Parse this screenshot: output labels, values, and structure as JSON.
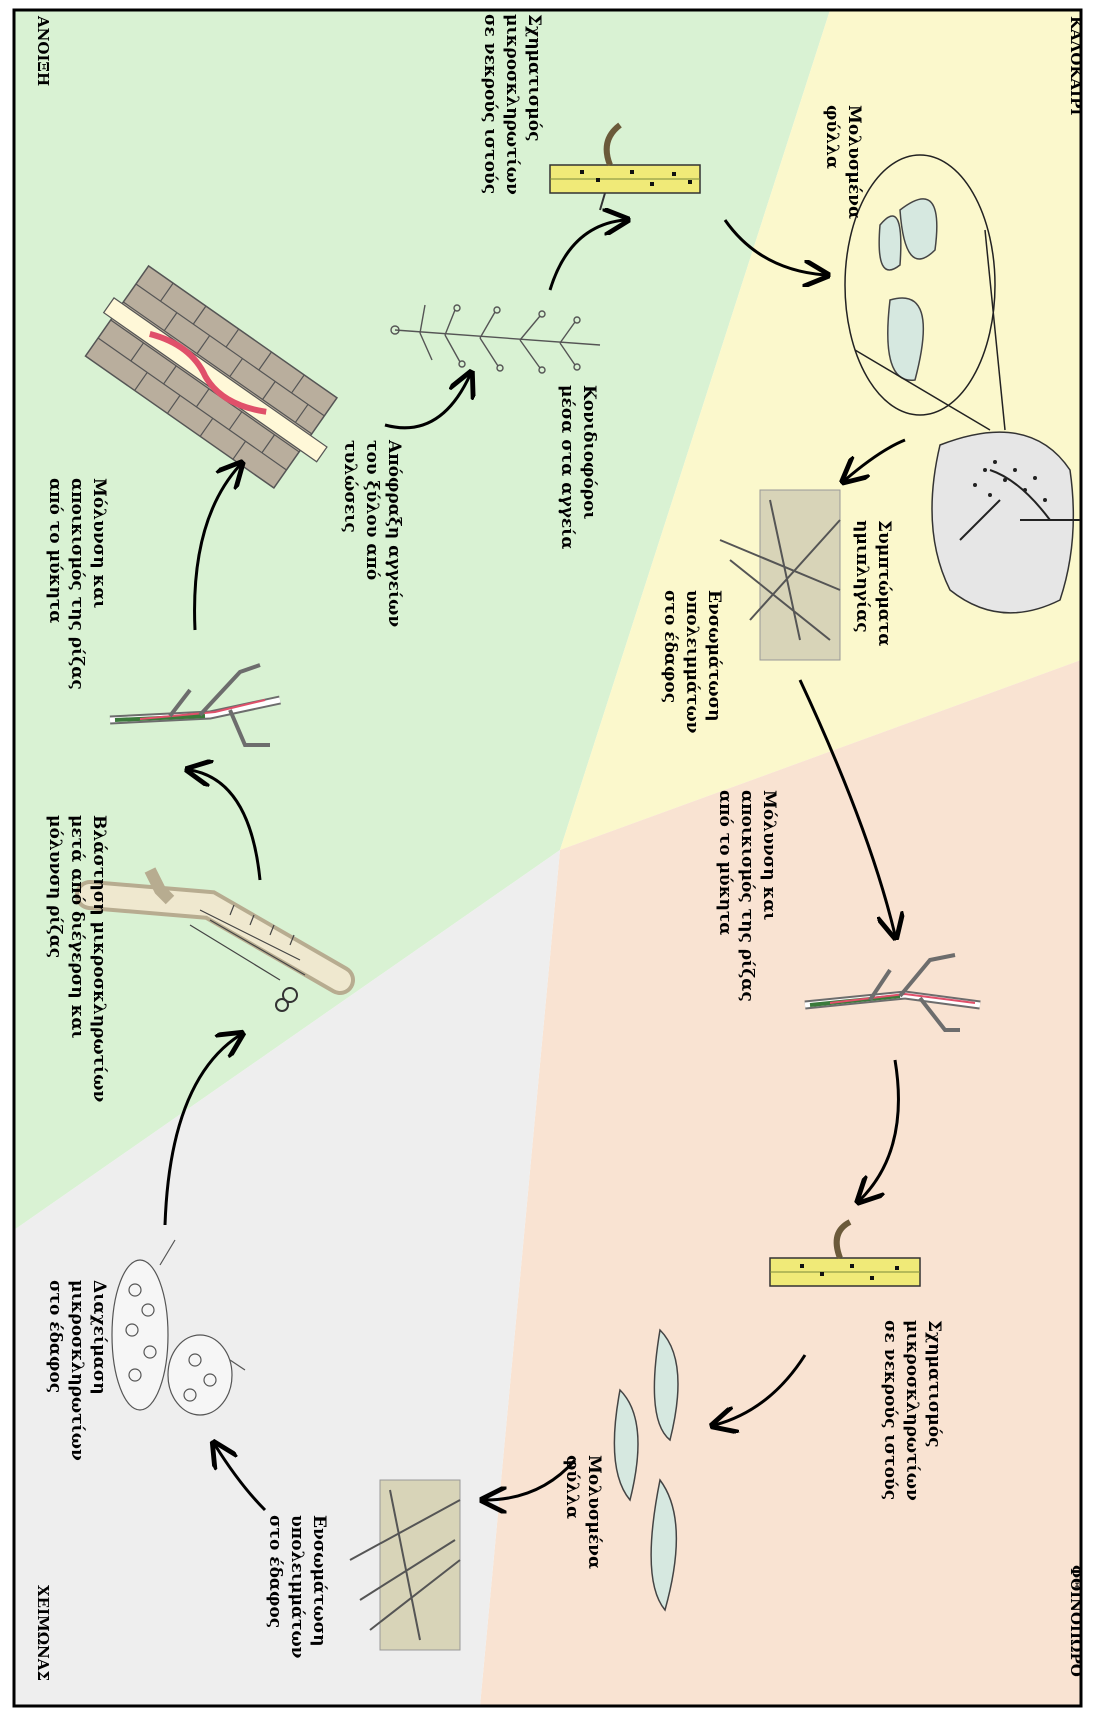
{
  "seasons": {
    "spring": "ΑΝΟΙΞΗ",
    "summer": "ΚΑΛΟΚΑΙΡΙ",
    "autumn": "ΦΘΙΝΟΠΩΡΟ",
    "winter": "ΧΕΙΜΩΝΑΣ"
  },
  "labels": {
    "spring_microsclerotia_dead": "Σχηματισμός\nμικροσκληρωτίων\nσε νεκρούς ιστούς",
    "spring_conidiophores": "Κονιδιοφόροι\nμέσα στα αγγεία",
    "spring_vessel_block": "Απόφραξη αγγείων\nτου ξύλου από\nτυλώσεις",
    "spring_root_infection": "Μόλυνση και\nαποικισμός της ρίζας\nαπό το μύκητα",
    "spring_germination": "Βλάστηση μικροσκληρωτίων\nμετά από διέγερση και\nμόλυνση ρίζας",
    "summer_infected_leaves": "Μολυσμένα\nφύλλα",
    "summer_symptoms": "Συμπτώματα\nημιπληγίας",
    "summer_incorporation": "Ενσωμάτωση\nυπολειμμάτων\nστο έδαφος",
    "autumn_root_infection": "Μόλυνση και\nαποικισμός της ρίζας\nαπό το μύκητα",
    "autumn_microsclerotia_dead": "Σχηματισμός\nμικροσκληρωτίων\nσε νεκρούς ιστούς",
    "autumn_infected_leaves": "Μολυσμένα\nφύλλα",
    "winter_incorporation": "Ενσωμάτωση\nυπολειμμάτων\nστο έδαφος",
    "winter_survival": "Διαχείμαση\nμικροσκληρωτίων\nστο έδαφος"
  },
  "colors": {
    "spring": "#d9f2d3",
    "summer": "#fbf8cc",
    "autumn": "#f9e3d2",
    "winter": "#eeeeee",
    "infection_red": "#e0506a",
    "root_green": "#3b7a3b",
    "stem_yellow": "#f0ea78"
  }
}
